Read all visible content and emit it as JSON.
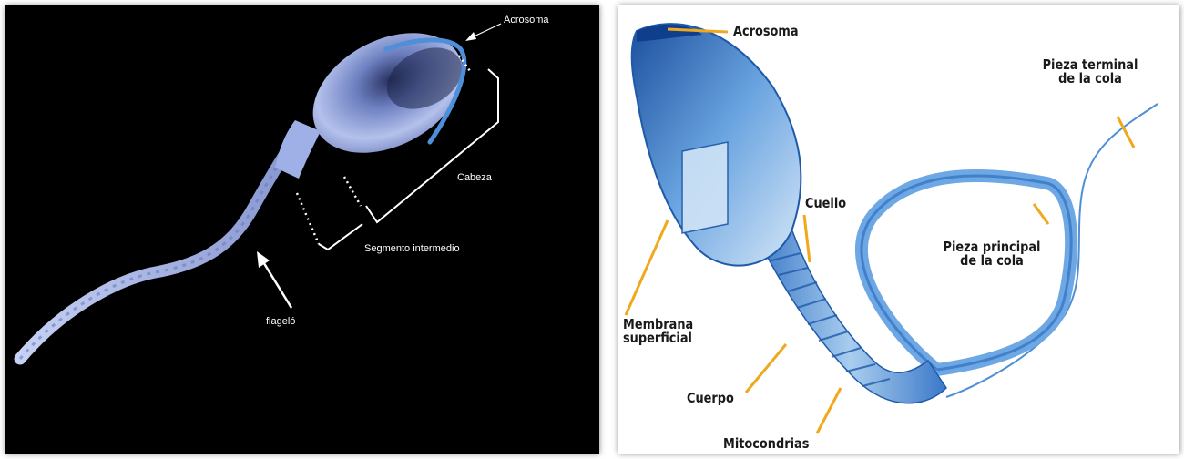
{
  "left_panel": {
    "labels": {
      "acrosoma": "Acrosoma",
      "cabeza": "Cabeza",
      "segmento": "Segmento intermedio",
      "flagelo": "flageló"
    }
  },
  "right_panel": {
    "labels": {
      "acrosoma": "Acrosoma",
      "pieza_terminal_1": "Pieza terminal",
      "pieza_terminal_2": "de la cola",
      "cuello": "Cuello",
      "pieza_principal_1": "Pieza principal",
      "pieza_principal_2": "de la cola",
      "membrana_1": "Membrana",
      "membrana_2": "superficial",
      "cuerpo": "Cuerpo",
      "mitocondrias": "Mitocondrias"
    }
  },
  "colors": {
    "left_background": "#000000",
    "left_cell": "#8e9fd6",
    "acrosome_highlight": "#4d8fd8",
    "right_cell": "#2f6fc0",
    "leader_line": "#f0a81c"
  }
}
